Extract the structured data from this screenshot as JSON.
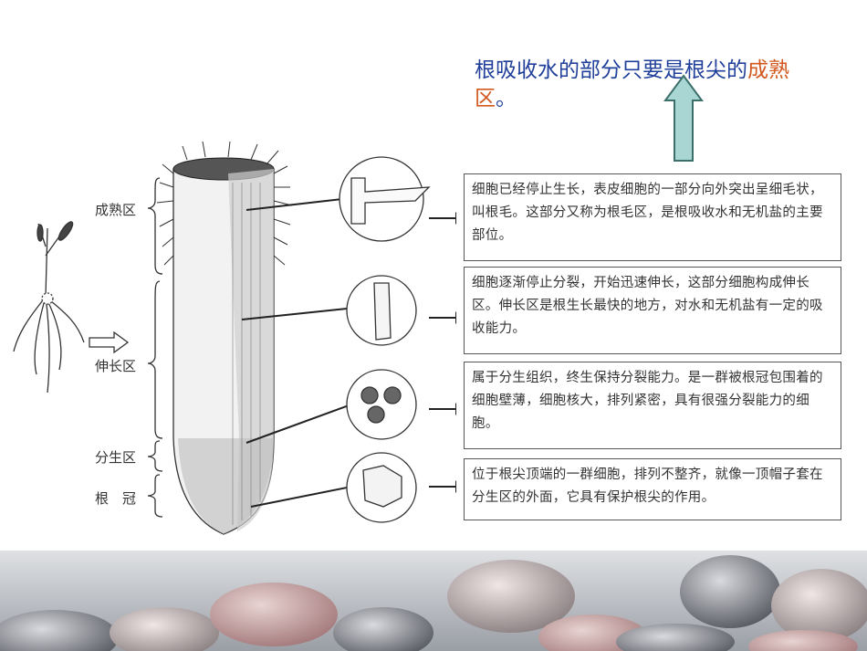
{
  "note": {
    "text_before": "根吸收水的部分只要是根尖的",
    "highlight1": "成熟",
    "highlight2": "区",
    "text_after": "。"
  },
  "zones": [
    {
      "label": "成熟区"
    },
    {
      "label": "伸长区"
    },
    {
      "label": "分生区"
    },
    {
      "label": "根　冠"
    }
  ],
  "descriptions": [
    "细胞已经停止生长，表皮细胞的一部分向外突出呈细毛状，叫根毛。这部分又称为根毛区，是根吸收水和无机盐的主要部位。",
    "细胞逐渐停止分裂，开始迅速伸长，这部分细胞构成伸长区。伸长区是根生长最快的地方，对水和无机盐有一定的吸收能力。",
    "属于分生组织，终生保持分裂能力。是一群被根冠包围着的细胞壁薄，细胞核大，排列紧密，具有很强分裂能力的细胞。",
    "位于根尖顶端的一群细胞，排列不整齐，就像一顶帽子套在分生区的外面，它具有保护根尖的作用。"
  ],
  "colors": {
    "note_text": "#1f3f9a",
    "note_highlight": "#d2581e",
    "arrow_fill": "#a9d6d3",
    "arrow_stroke": "#3b6f6a"
  }
}
